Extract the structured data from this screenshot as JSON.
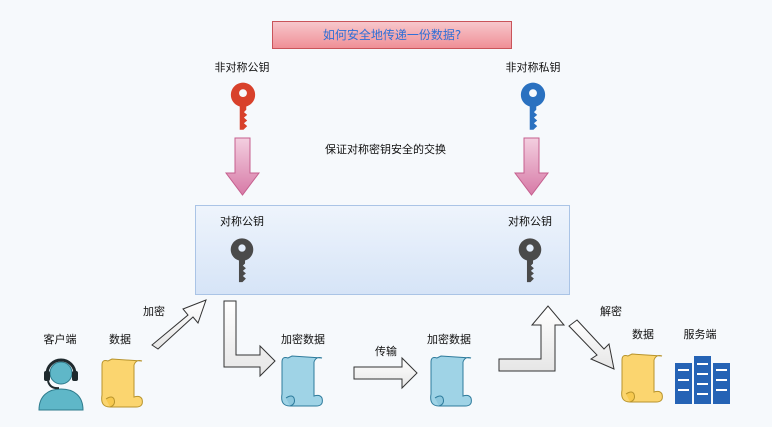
{
  "title": "如何安全地传递一份数据?",
  "public_key_label": "非对称公钥",
  "private_key_label": "非对称私钥",
  "exchange_note": "保证对称密钥安全的交换",
  "sym_key_left": "对称公钥",
  "sym_key_right": "对称公钥",
  "client_label": "客户端",
  "data_label_left": "数据",
  "encrypt_label": "加密",
  "encrypted_data_left": "加密数据",
  "transfer_label": "传输",
  "encrypted_data_right": "加密数据",
  "decrypt_label": "解密",
  "data_label_right": "数据",
  "server_label": "服务端",
  "colors": {
    "public_key": "#d8412b",
    "private_key": "#2a71c0",
    "sym_key": "#4a4a4a",
    "title_text": "#2f6fd6",
    "scroll_plain": "#fbd56f",
    "scroll_encrypted": "#9fd3e6",
    "server": "#2563b5",
    "user": "#5fb7c8"
  },
  "icons": [
    "red-key-icon",
    "blue-key-icon",
    "gray-key-icon",
    "user-headset-icon",
    "scroll-icon",
    "server-icon"
  ]
}
